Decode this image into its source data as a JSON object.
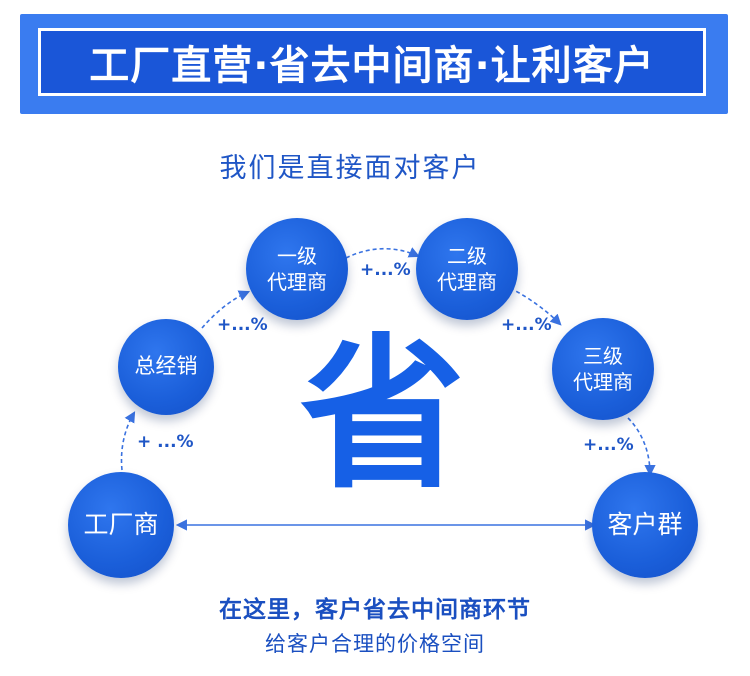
{
  "banner": {
    "title": "工厂直营·省去中间商·让利客户"
  },
  "subtitle": "我们是直接面对客户",
  "nodes": {
    "factory": "工厂商",
    "distributor": "总经销",
    "agent1": "一级\n代理商",
    "agent2": "二级\n代理商",
    "agent3": "三级\n代理商",
    "customers": "客户群"
  },
  "markups": {
    "factory_to_distributor": "+ ...%",
    "distributor_to_agent1": "+...%",
    "agent1_to_agent2": "+...%",
    "agent2_to_agent3": "+...%",
    "agent3_to_customers": "+...%"
  },
  "center_char": "省",
  "footer": {
    "line1": "在这里，客户省去中间商环节",
    "line2": "给客户合理的价格空间"
  },
  "colors": {
    "primary": "#1a56d8",
    "banner_bg": "#3a7cf0",
    "text_blue": "#1f56c6",
    "node_blue": "#1a5ed9"
  }
}
